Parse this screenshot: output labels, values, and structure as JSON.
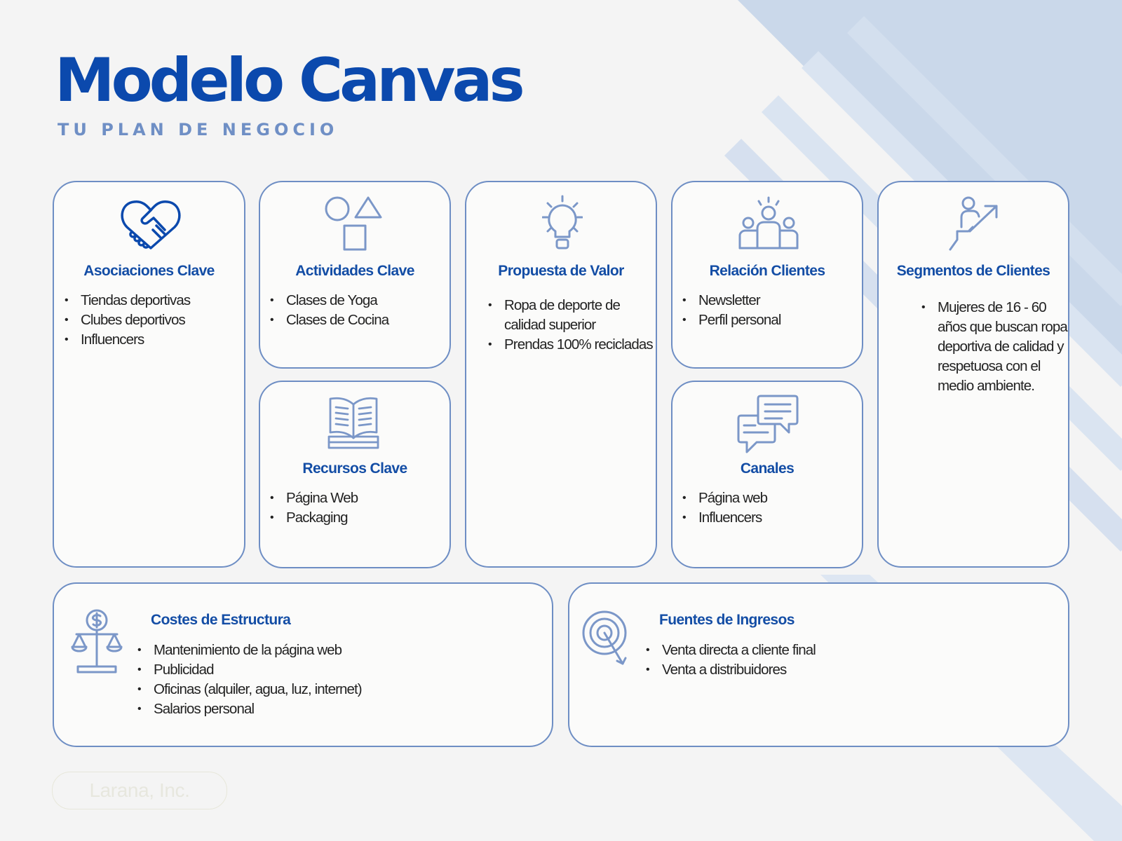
{
  "header": {
    "title": "Modelo Canvas",
    "subtitle": "TU PLAN DE NEGOCIO"
  },
  "colors": {
    "background": "#f4f4f4",
    "card_background": "#fbfbfa",
    "card_border": "#6e8ec4",
    "title_blue": "#0b49ad",
    "heading_blue": "#134da5",
    "subtitle_blue": "#6f8fc5",
    "icon_blue": "#7b97c8",
    "stripe_blue": "#cad8ea"
  },
  "cards": {
    "asociaciones": {
      "icon": "handshake-heart-icon",
      "title": "Asociaciones Clave",
      "items": [
        "Tiendas deportivas",
        "Clubes deportivos",
        "Influencers"
      ]
    },
    "actividades": {
      "icon": "shapes-icon",
      "title": "Actividades Clave",
      "items": [
        "Clases de Yoga",
        "Clases de Cocina"
      ]
    },
    "recursos": {
      "icon": "open-book-icon",
      "title": "Recursos Clave",
      "items": [
        "Página Web",
        "Packaging"
      ]
    },
    "propuesta": {
      "icon": "lightbulb-icon",
      "title": "Propuesta de Valor",
      "items": [
        "Ropa de deporte de calidad superior",
        "Prendas 100% recicladas"
      ]
    },
    "relacion": {
      "icon": "people-group-icon",
      "title": "Relación Clientes",
      "items": [
        "Newsletter",
        "Perfil personal"
      ]
    },
    "canales": {
      "icon": "chat-bubbles-icon",
      "title": "Canales",
      "items": [
        "Página web",
        "Influencers"
      ]
    },
    "segmentos": {
      "icon": "person-growth-icon",
      "title": "Segmentos de Clientes",
      "items": [
        "Mujeres de 16 - 60 años que buscan ropa deportiva de calidad y respetuosa con el medio ambiente."
      ]
    },
    "costes": {
      "icon": "scale-dollar-icon",
      "title": "Costes de Estructura",
      "items": [
        "Mantenimiento de la página web",
        "Publicidad",
        "Oficinas (alquiler, agua, luz, internet)",
        "Salarios personal"
      ]
    },
    "ingresos": {
      "icon": "target-arrow-icon",
      "title": "Fuentes de Ingresos",
      "items": [
        "Venta directa a cliente final",
        "Venta a distribuidores"
      ]
    }
  },
  "watermark": {
    "text": "Larana, Inc."
  }
}
